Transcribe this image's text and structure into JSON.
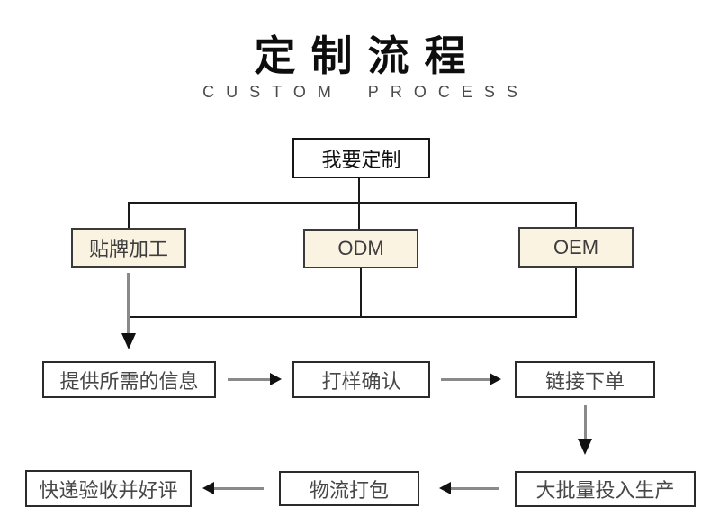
{
  "header": {
    "title": "定制流程",
    "subtitle": "CUSTOM PROCESS"
  },
  "flowchart": {
    "start": {
      "label": "我要定制"
    },
    "branches": [
      {
        "label": "贴牌加工"
      },
      {
        "label": "ODM"
      },
      {
        "label": "OEM"
      }
    ],
    "steps": [
      {
        "label": "提供所需的信息"
      },
      {
        "label": "打样确认"
      },
      {
        "label": "链接下单"
      },
      {
        "label": "大批量投入生产"
      },
      {
        "label": "物流打包"
      },
      {
        "label": "快递验收并好评"
      }
    ],
    "colors": {
      "branch-fill": "#fbf3e2",
      "box-border": "#2b2b2b",
      "arrow-shaft": "#8a8a8a",
      "arrow-head": "#111111",
      "connector": "#1a1a1a"
    }
  }
}
